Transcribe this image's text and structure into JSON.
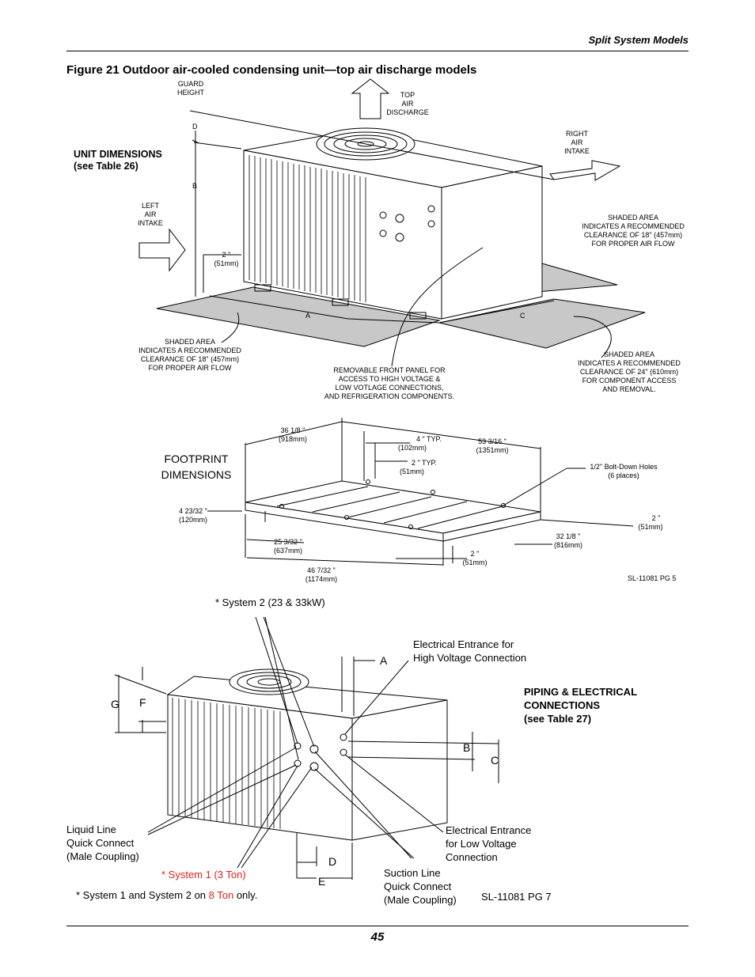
{
  "header": {
    "section": "Split System Models",
    "page_number": "45"
  },
  "figure": {
    "title": "Figure 21  Outdoor air-cooled condensing unit—top air discharge models"
  },
  "top_view": {
    "guard_height": [
      "GUARD",
      "HEIGHT"
    ],
    "top_air_discharge": [
      "TOP",
      "AIR",
      "DISCHARGE"
    ],
    "right_intake": [
      "RIGHT",
      "AIR",
      "INTAKE"
    ],
    "left_intake": [
      "LEFT",
      "AIR",
      "INTAKE"
    ],
    "unit_dimensions": [
      "UNIT DIMENSIONS",
      "(see Table 26)"
    ],
    "letters": {
      "d": "D",
      "b": "B",
      "a": "A",
      "c": "C"
    },
    "dim_2in": [
      "2  \"",
      "(51mm)"
    ],
    "shaded_right": [
      "SHADED AREA",
      "INDICATES A RECOMMENDED",
      "CLEARANCE OF 18\" (457mm)",
      "FOR PROPER AIR FLOW"
    ],
    "shaded_left": [
      "SHADED AREA",
      "INDICATES A RECOMMENDED",
      "CLEARANCE OF 18\" (457mm)",
      "FOR PROPER AIR FLOW"
    ],
    "shaded_front": [
      "SHADED AREA",
      "INDICATES A RECOMMENDED",
      "CLEARANCE OF 24\" (610mm)",
      "FOR COMPONENT ACCESS",
      "AND REMOVAL."
    ],
    "removable_panel": [
      "REMOVABLE FRONT PANEL FOR",
      "ACCESS TO HIGH VOLTAGE &",
      "LOW VOTLAGE CONNECTIONS,",
      "AND REFRIGERATION COMPONENTS."
    ]
  },
  "footprint": {
    "title": [
      "FOOTPRINT",
      "DIMENSIONS"
    ],
    "d36": [
      "36 1/8  \"",
      "(918mm)"
    ],
    "d4typ": [
      "4  \" TYP.",
      "(102mm)"
    ],
    "d2typ": [
      "2  \" TYP.",
      "(51mm)"
    ],
    "d53": [
      "53 3/16  \"",
      "(1351mm)"
    ],
    "holes": [
      "1/2\" Bolt-Down Holes",
      "(6 places)"
    ],
    "d4_23": [
      "4 23/32  \"",
      "(120mm)"
    ],
    "d2r": [
      "2  \"",
      "(51mm)"
    ],
    "d25": [
      "25 3/32  \"",
      "(637mm)"
    ],
    "d32": [
      "32 1/8  \"",
      "(816mm)"
    ],
    "d2b": [
      "2  \"",
      "(51mm)"
    ],
    "d46": [
      "46 7/32  \"",
      "(1174mm)"
    ],
    "ref": "SL-11081 PG 5"
  },
  "piping": {
    "system2": "* System 2 (23 & 33kW)",
    "high_voltage": [
      "Electrical Entrance for",
      "High Voltage Connection"
    ],
    "piping_title": [
      "PIPING & ELECTRICAL",
      "CONNECTIONS",
      "(see Table 27)"
    ],
    "letters": {
      "a": "A",
      "b": "B",
      "c": "C",
      "d": "D",
      "e": "E",
      "f": "F",
      "g": "G"
    },
    "liquid_line": [
      "Liquid Line",
      "Quick Connect",
      "(Male Coupling)"
    ],
    "low_voltage": [
      "Electrical Entrance",
      "for Low Voltage",
      "Connection"
    ],
    "system1": "* System 1 (3 Ton)",
    "suction_line": [
      "Suction Line",
      "Quick Connect",
      "(Male Coupling)"
    ],
    "note_pre": "* System 1 and System 2 on ",
    "note_red": "8 Ton",
    "note_post": " only.",
    "ref": "SL-11081 PG 7"
  },
  "colors": {
    "shade": "#c8c8c8",
    "red": "#e02020"
  }
}
